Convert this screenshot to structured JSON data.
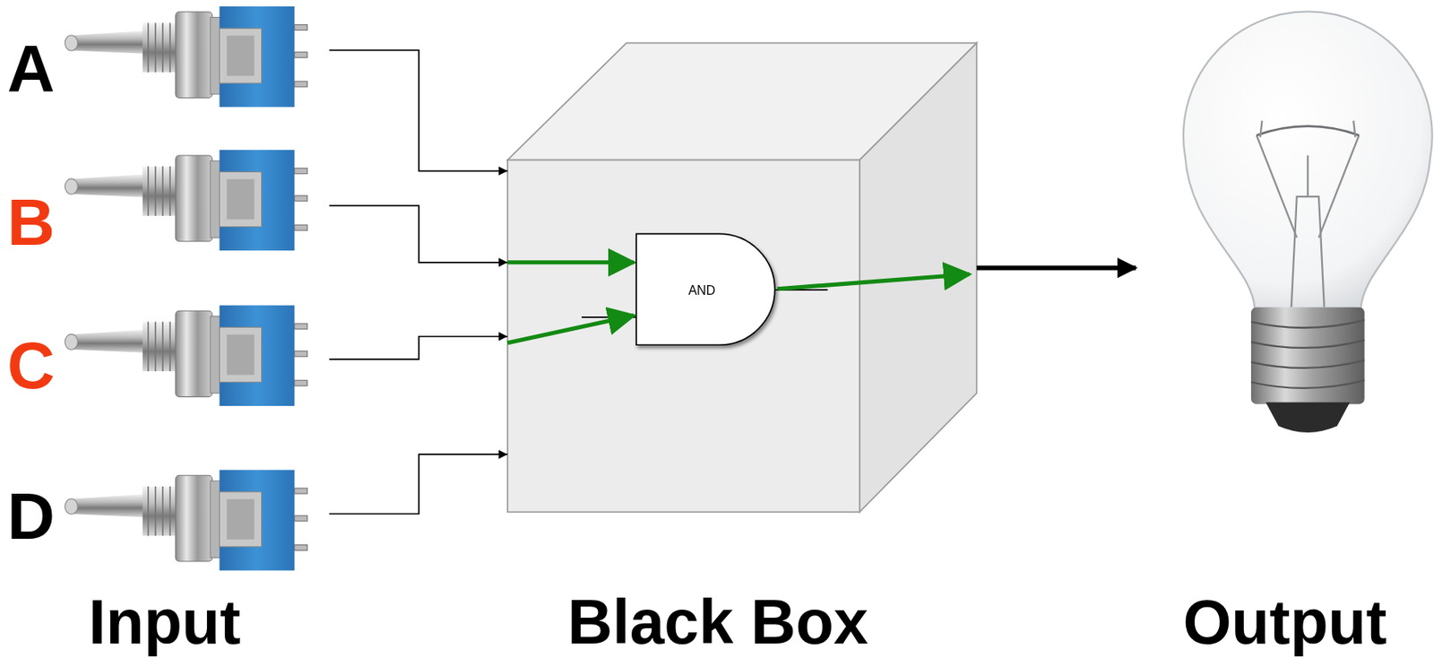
{
  "diagram": {
    "nodes": [
      {
        "text": [
          "AND"
        ]
      }
    ],
    "labels": [
      "A",
      "B",
      "C",
      "D",
      "Input",
      "Black Box",
      "Output"
    ]
  }
}
